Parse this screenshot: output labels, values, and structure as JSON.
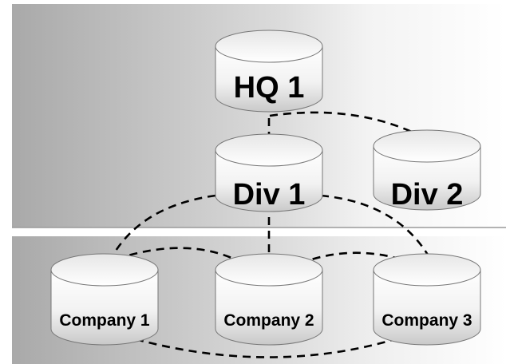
{
  "nodes": {
    "hq1": "HQ 1",
    "div1": "Div 1",
    "div2": "Div 2",
    "company1": "Company 1",
    "company2": "Company 2",
    "company3": "Company 3"
  },
  "colors": {
    "band_dark": "#a8a8a8",
    "band_light": "#f4f4f4",
    "cylinder_fill": "#ffffff",
    "cylinder_shade": "#d9d9d9",
    "connector": "#000000"
  }
}
